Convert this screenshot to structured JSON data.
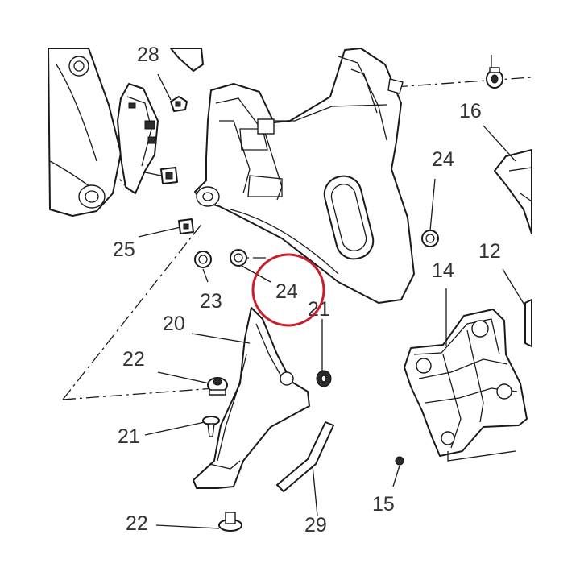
{
  "diagram": {
    "highlight_color": "#c81e2a",
    "callouts": [
      {
        "id": "c28",
        "text": "28"
      },
      {
        "id": "c16",
        "text": "16"
      },
      {
        "id": "c24a",
        "text": "24"
      },
      {
        "id": "c25",
        "text": "25"
      },
      {
        "id": "c12",
        "text": "12"
      },
      {
        "id": "c14",
        "text": "14"
      },
      {
        "id": "c24b",
        "text": "24"
      },
      {
        "id": "c23",
        "text": "23"
      },
      {
        "id": "c21a",
        "text": "21"
      },
      {
        "id": "c20",
        "text": "20"
      },
      {
        "id": "c22a",
        "text": "22"
      },
      {
        "id": "c21b",
        "text": "21"
      },
      {
        "id": "c15",
        "text": "15"
      },
      {
        "id": "c22b",
        "text": "22"
      },
      {
        "id": "c29",
        "text": "29"
      }
    ]
  }
}
